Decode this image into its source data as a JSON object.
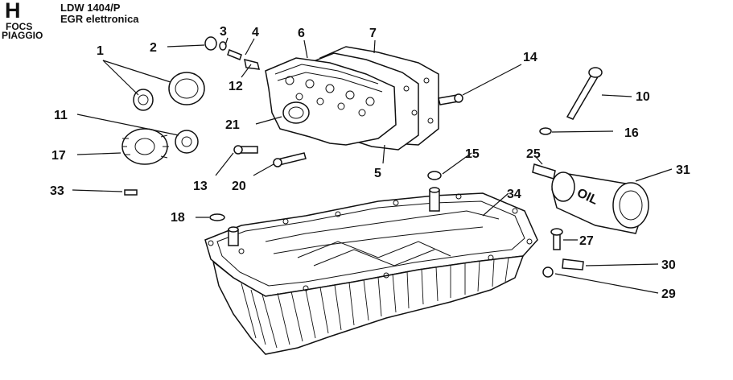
{
  "header": {
    "section_letter": "H",
    "model": "LDW 1404/P",
    "variant": "EGR elettronica",
    "brand_line1": "FOCS",
    "brand_line2": "PIAGGIO"
  },
  "callouts": [
    {
      "id": "1",
      "text": "1"
    },
    {
      "id": "2",
      "text": "2"
    },
    {
      "id": "3",
      "text": "3"
    },
    {
      "id": "4",
      "text": "4"
    },
    {
      "id": "5",
      "text": "5"
    },
    {
      "id": "6",
      "text": "6"
    },
    {
      "id": "7",
      "text": "7"
    },
    {
      "id": "10",
      "text": "10"
    },
    {
      "id": "11",
      "text": "11"
    },
    {
      "id": "12",
      "text": "12"
    },
    {
      "id": "13",
      "text": "13"
    },
    {
      "id": "14",
      "text": "14"
    },
    {
      "id": "15",
      "text": "15"
    },
    {
      "id": "16",
      "text": "16"
    },
    {
      "id": "17",
      "text": "17"
    },
    {
      "id": "18",
      "text": "18"
    },
    {
      "id": "20",
      "text": "20"
    },
    {
      "id": "21",
      "text": "21"
    },
    {
      "id": "25",
      "text": "25"
    },
    {
      "id": "27",
      "text": "27"
    },
    {
      "id": "29",
      "text": "29"
    },
    {
      "id": "30",
      "text": "30"
    },
    {
      "id": "31",
      "text": "31"
    },
    {
      "id": "33",
      "text": "33"
    },
    {
      "id": "34",
      "text": "34"
    }
  ],
  "filter_marking": "OIL",
  "icons": [
    "cylinder-head-drawing",
    "oil-sump-drawing",
    "oil-filter-drawing",
    "dipstick-drawing",
    "pulley-drawing",
    "gear-drawing"
  ]
}
